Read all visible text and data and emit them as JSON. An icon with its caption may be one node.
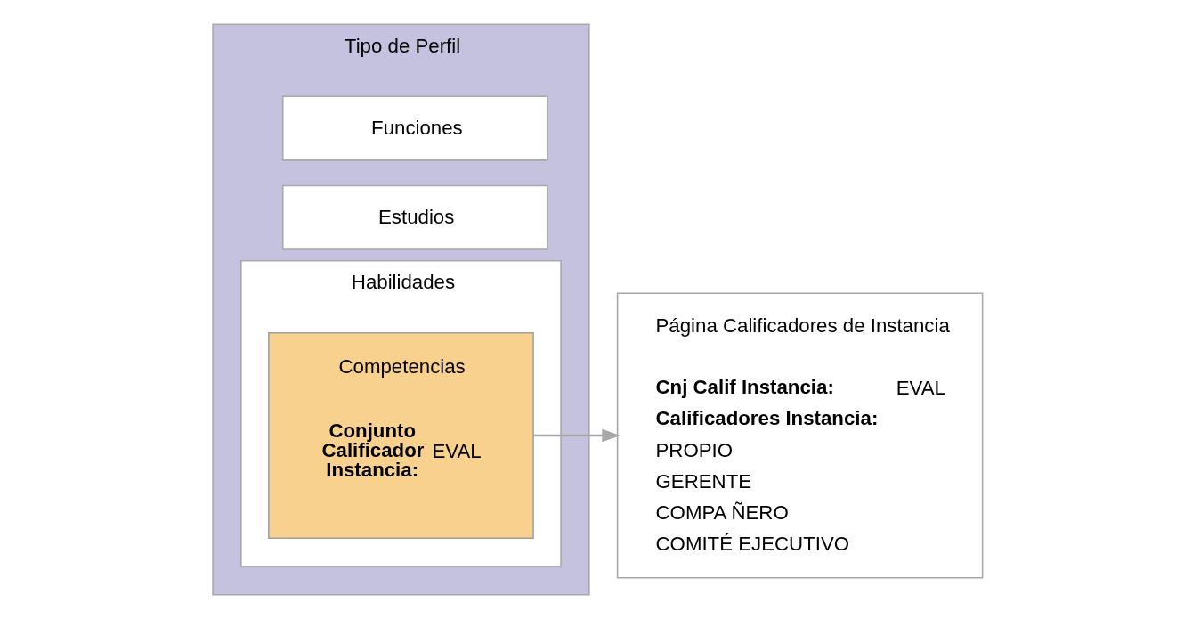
{
  "diagram": {
    "nodes": [
      {
        "text": [
          "Tipo de Perfil"
        ]
      },
      {
        "text": [
          "Funciones"
        ],
        "in": 0
      },
      {
        "text": [
          "Estudios"
        ],
        "in": 0
      },
      {
        "text": [
          "Habilidades"
        ],
        "in": 0
      },
      {
        "text": [
          "Competencias",
          "Conjunto Calificador Instancia:",
          "EVAL"
        ],
        "in": 3
      },
      {
        "text": [
          "Página Calificadores de Instancia",
          "Cnj Calif Instancia:",
          "EVAL",
          "Calificadores Instancia:",
          "PROPIO",
          "GERENTE",
          "COMPA ÑERO",
          "COMITÉ EJECUTIVO"
        ]
      }
    ],
    "edges": [
      {
        "from": 4,
        "to": 5,
        "arrow": "to"
      }
    ]
  }
}
